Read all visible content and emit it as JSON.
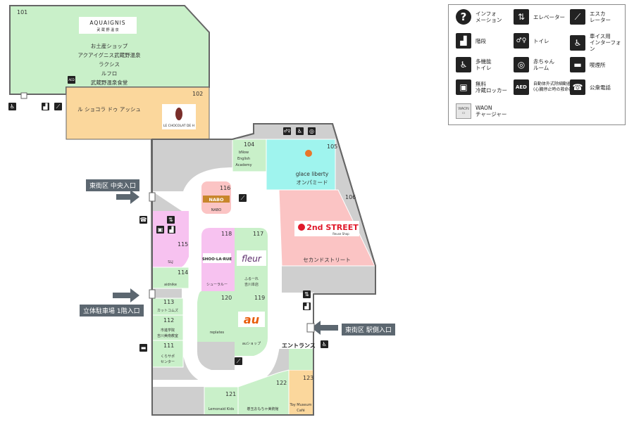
{
  "colors": {
    "green": "#c9f0c9",
    "orange": "#fbd79c",
    "pink": "#fbc4c4",
    "magenta": "#f7c2f0",
    "cyan": "#9ff4ee",
    "gray": "#cfcfcf",
    "corridor": "#ffffff",
    "wall": "#666666",
    "entrance_label": "#5c6770"
  },
  "stores": [
    {
      "num": "101",
      "names": [
        "お土産ショップ",
        "アクアイグニス武蔵野温泉",
        "ラクシス",
        "ルフロ",
        "武蔵野温泉食堂"
      ],
      "logo": "AQUAIGNIS",
      "logo_sub": "武 蔵 野 温 泉"
    },
    {
      "num": "102",
      "names": [
        "ル ショコラ ドゥ アッシュ"
      ],
      "logo": "LE CHOCOLAT DE H"
    },
    {
      "num": "104",
      "names": [
        "bNow",
        "English",
        "Academy"
      ]
    },
    {
      "num": "105",
      "names": [
        "glace liberty",
        "オンパミード"
      ]
    },
    {
      "num": "106",
      "names": [
        "セカンドストリート"
      ],
      "logo": "2nd STREET",
      "logo_sub": "Reuse Shop"
    },
    {
      "num": "111",
      "names": [
        "くらサポ",
        "センター"
      ]
    },
    {
      "num": "112",
      "names": [
        "市進学院",
        "吉川美南教室"
      ]
    },
    {
      "num": "113",
      "names": [
        "カットコムズ"
      ]
    },
    {
      "num": "114",
      "names": [
        "aidnike"
      ]
    },
    {
      "num": "115",
      "names": [
        "SLJ"
      ]
    },
    {
      "num": "116",
      "names": [
        "NABO"
      ],
      "logo": "NABO"
    },
    {
      "num": "117",
      "names": [
        "ふるーれ",
        "吉川本店"
      ],
      "logo": "fleur"
    },
    {
      "num": "118",
      "names": [
        "シューラルー"
      ],
      "logo": "SHOO·LA·RUE"
    },
    {
      "num": "119",
      "names": [
        "auショップ"
      ],
      "logo": "au"
    },
    {
      "num": "120",
      "names": [
        "replates"
      ]
    },
    {
      "num": "121",
      "names": [
        "Lemonaid Kids"
      ]
    },
    {
      "num": "122",
      "names": [
        "碁玉おもちゃ美術館"
      ]
    },
    {
      "num": "123",
      "names": [
        "Toy Museum",
        "Café"
      ]
    }
  ],
  "entrances": {
    "central": "東街区 中央入口",
    "parking": "立体駐車場 1階入口",
    "station": "東街区 駅側入口",
    "main": "エントランス"
  },
  "legend": [
    {
      "icon": "info-icon",
      "glyph": "?",
      "label": "インフォ\nメーション"
    },
    {
      "icon": "elevator-icon",
      "glyph": "⇅",
      "label": "エレベーター"
    },
    {
      "icon": "escalator-icon",
      "glyph": "⟋",
      "label": "エスカ\nレーター"
    },
    {
      "icon": "stairs-icon",
      "glyph": "▟",
      "label": "階段"
    },
    {
      "icon": "toilet-icon",
      "glyph": "♂♀",
      "label": "トイレ"
    },
    {
      "icon": "wheelchair-intercom-icon",
      "glyph": "♿",
      "label": "車イス用\nインターフォン"
    },
    {
      "icon": "multipurpose-toilet-icon",
      "glyph": "♿",
      "label": "多機能\nトイレ"
    },
    {
      "icon": "baby-room-icon",
      "glyph": "◎",
      "label": "赤ちゃん\nルーム"
    },
    {
      "icon": "smoking-icon",
      "glyph": "▬",
      "label": "喫煙所"
    },
    {
      "icon": "locker-icon",
      "glyph": "▣",
      "label": "無料\n冷蔵ロッカー"
    },
    {
      "icon": "aed-icon",
      "glyph": "AED",
      "label": "自動体外式除細動器\n(心臓停止時の救命器具)"
    },
    {
      "icon": "phone-icon",
      "glyph": "☎",
      "label": "公衆電話"
    },
    {
      "icon": "waon-icon",
      "glyph": "WAON",
      "label": "WAON\nチャージャー"
    }
  ]
}
